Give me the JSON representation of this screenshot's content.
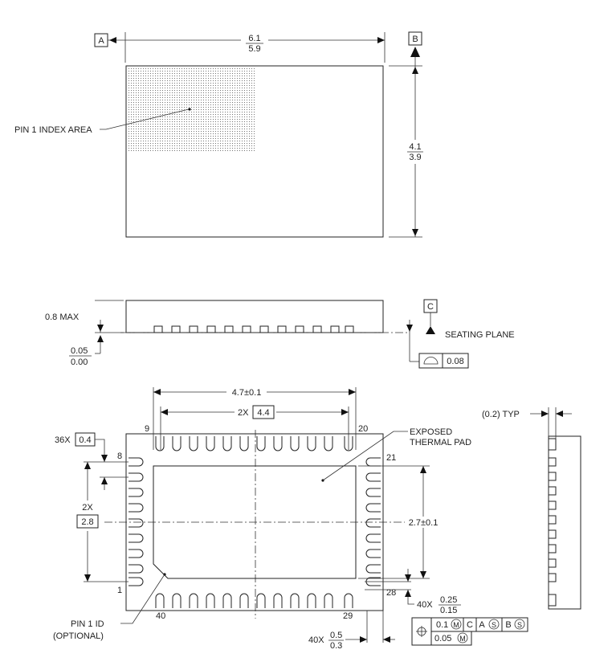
{
  "datums": {
    "a": "A",
    "b": "B",
    "c": "C"
  },
  "top_view": {
    "width_max": "6.1",
    "width_min": "5.9",
    "height_max": "4.1",
    "height_min": "3.9",
    "pin1_label": "PIN 1 INDEX AREA"
  },
  "side_view": {
    "height_label": "0.8 MAX",
    "standoff_max": "0.05",
    "standoff_min": "0.00",
    "seating_plane": "SEATING PLANE",
    "flatness_value": "0.08"
  },
  "bottom_view": {
    "pad_width": "4.7±0.1",
    "pitch_span_prefix": "2X",
    "pitch_span_value": "4.4",
    "pin_count_prefix": "36X",
    "pin_pitch_value": "0.4",
    "vertical_prefix": "2X",
    "vertical_value": "2.8",
    "pad_height": "2.7±0.1",
    "thermal_pad_line1": "EXPOSED",
    "thermal_pad_line2": "THERMAL PAD",
    "pin1_id_line1": "PIN 1 ID",
    "pin1_id_line2": "(OPTIONAL)",
    "pin_numbers": {
      "p9": "9",
      "p20": "20",
      "p8": "8",
      "p21": "21",
      "p1": "1",
      "p28": "28",
      "p40": "40",
      "p29": "29"
    },
    "lead_width_prefix": "40X",
    "lead_width_max": "0.25",
    "lead_width_min": "0.15",
    "lead_length_prefix": "40X",
    "lead_length_max": "0.5",
    "lead_length_min": "0.3",
    "tol_row1_value": "0.1",
    "tol_row1_datum_c": "C",
    "tol_row1_datum_a": "A",
    "tol_row1_datum_b": "B",
    "tol_row2_value": "0.05",
    "modifier_m": "M",
    "modifier_s": "S"
  },
  "end_view": {
    "typ_label": "(0.2) TYP"
  }
}
